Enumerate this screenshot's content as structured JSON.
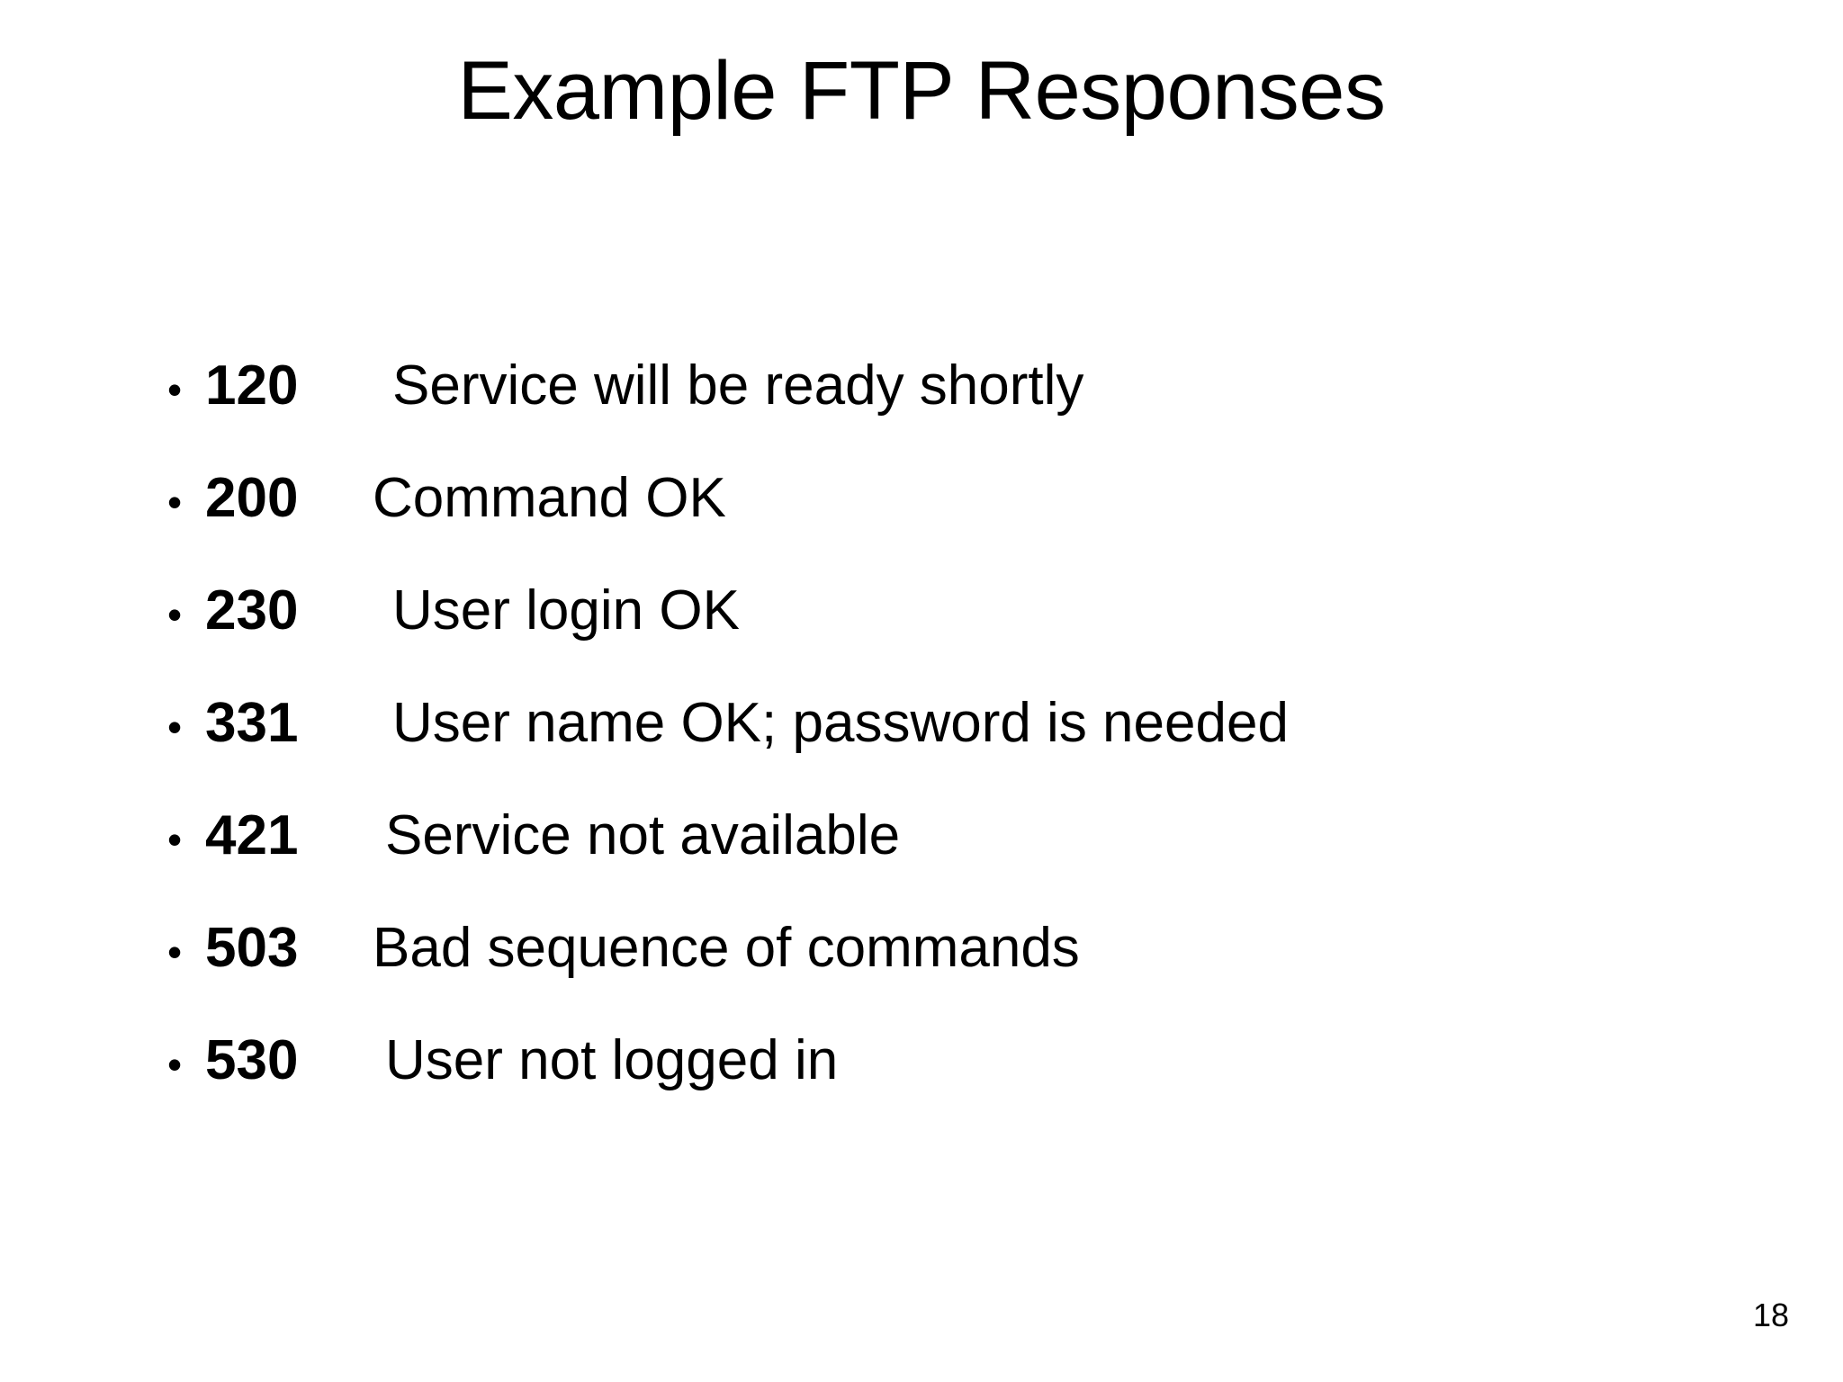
{
  "slide": {
    "title": "Example FTP Responses",
    "page_number": "18",
    "background_color": "#ffffff",
    "text_color": "#000000",
    "bullet_glyph": "•"
  },
  "responses": [
    {
      "code": "120",
      "description": "Service will be ready shortly",
      "indent": "wide"
    },
    {
      "code": "200",
      "description": "Command OK",
      "indent": "tight"
    },
    {
      "code": "230",
      "description": "User login OK",
      "indent": "wide"
    },
    {
      "code": "331",
      "description": "User name OK; password is needed",
      "indent": "wide"
    },
    {
      "code": "421",
      "description": "Service not available",
      "indent": "mid"
    },
    {
      "code": "503",
      "description": "Bad sequence of commands",
      "indent": "tight"
    },
    {
      "code": "530",
      "description": "User not logged in",
      "indent": "mid"
    }
  ]
}
